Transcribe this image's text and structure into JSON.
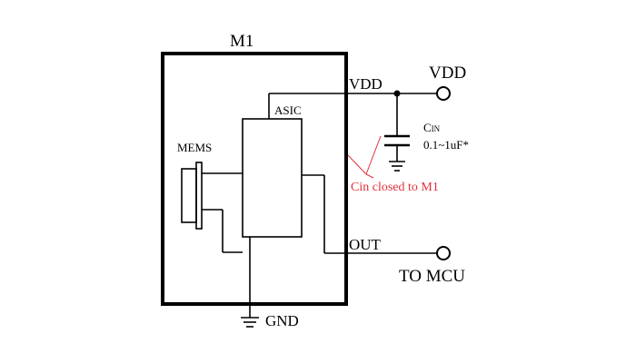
{
  "diagram": {
    "module_label": "M1",
    "asic_label": "ASIC",
    "mems_label": "MEMS",
    "vdd_pin_label": "VDD",
    "vdd_terminal_label": "VDD",
    "out_pin_label": "OUT",
    "out_terminal_label": "TO MCU",
    "gnd_label": "GND",
    "cap_label_main": "C",
    "cap_label_sub": "IN",
    "cap_value": "0.1~1uF*",
    "note": "Cin closed to M1",
    "colors": {
      "wire": "#000000",
      "note": "#e0313a"
    }
  }
}
